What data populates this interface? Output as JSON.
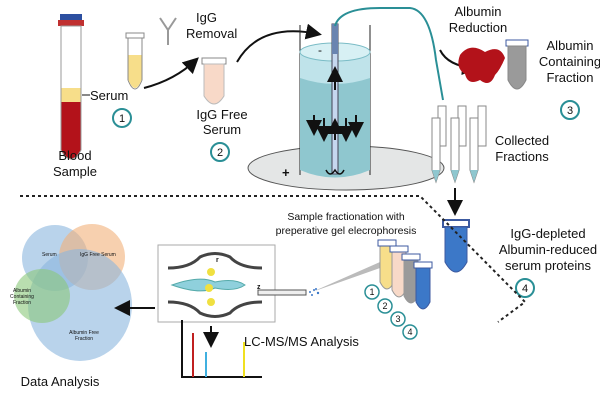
{
  "labels": {
    "blood_sample": [
      "Blood",
      "Sample"
    ],
    "serum": "Serum",
    "igg_removal": [
      "IgG",
      "Removal"
    ],
    "igg_free_serum": [
      "IgG Free",
      "Serum"
    ],
    "fractionation": [
      "Sample fractionation with",
      "preperative  gel elecrophoresis"
    ],
    "albumin_reduction": [
      "Albumin",
      "Reduction"
    ],
    "albumin_containing": [
      "Albumin",
      "Containing",
      "Fraction"
    ],
    "collected_fractions": [
      "Collected",
      "Fractions"
    ],
    "depleted": [
      "IgG-depleted",
      "Albumin-reduced",
      "serum proteins"
    ],
    "lcms": "LC-MS/MS Analysis",
    "data_analysis": "Data Analysis",
    "electrode_minus": "-",
    "electrode_plus": "+",
    "ms_r": "r",
    "ms_z": "z"
  },
  "steps": [
    "1",
    "2",
    "3",
    "4"
  ],
  "venn": {
    "serum": "Serum",
    "igg_free": "IgG Free Serum",
    "albumin_containing": [
      "Albumin",
      "Containing",
      "Fraction"
    ],
    "albumin_free": [
      "Albumin Free",
      "Fraction"
    ]
  },
  "colors": {
    "teal": "#2a8f96",
    "blood": "#b3121a",
    "serum": "#f7de8a",
    "igg_free": "#f8d9c8",
    "gel": "#8fc7cf",
    "albumin_tube": "#9a9a9a",
    "product": "#3c78c8"
  }
}
